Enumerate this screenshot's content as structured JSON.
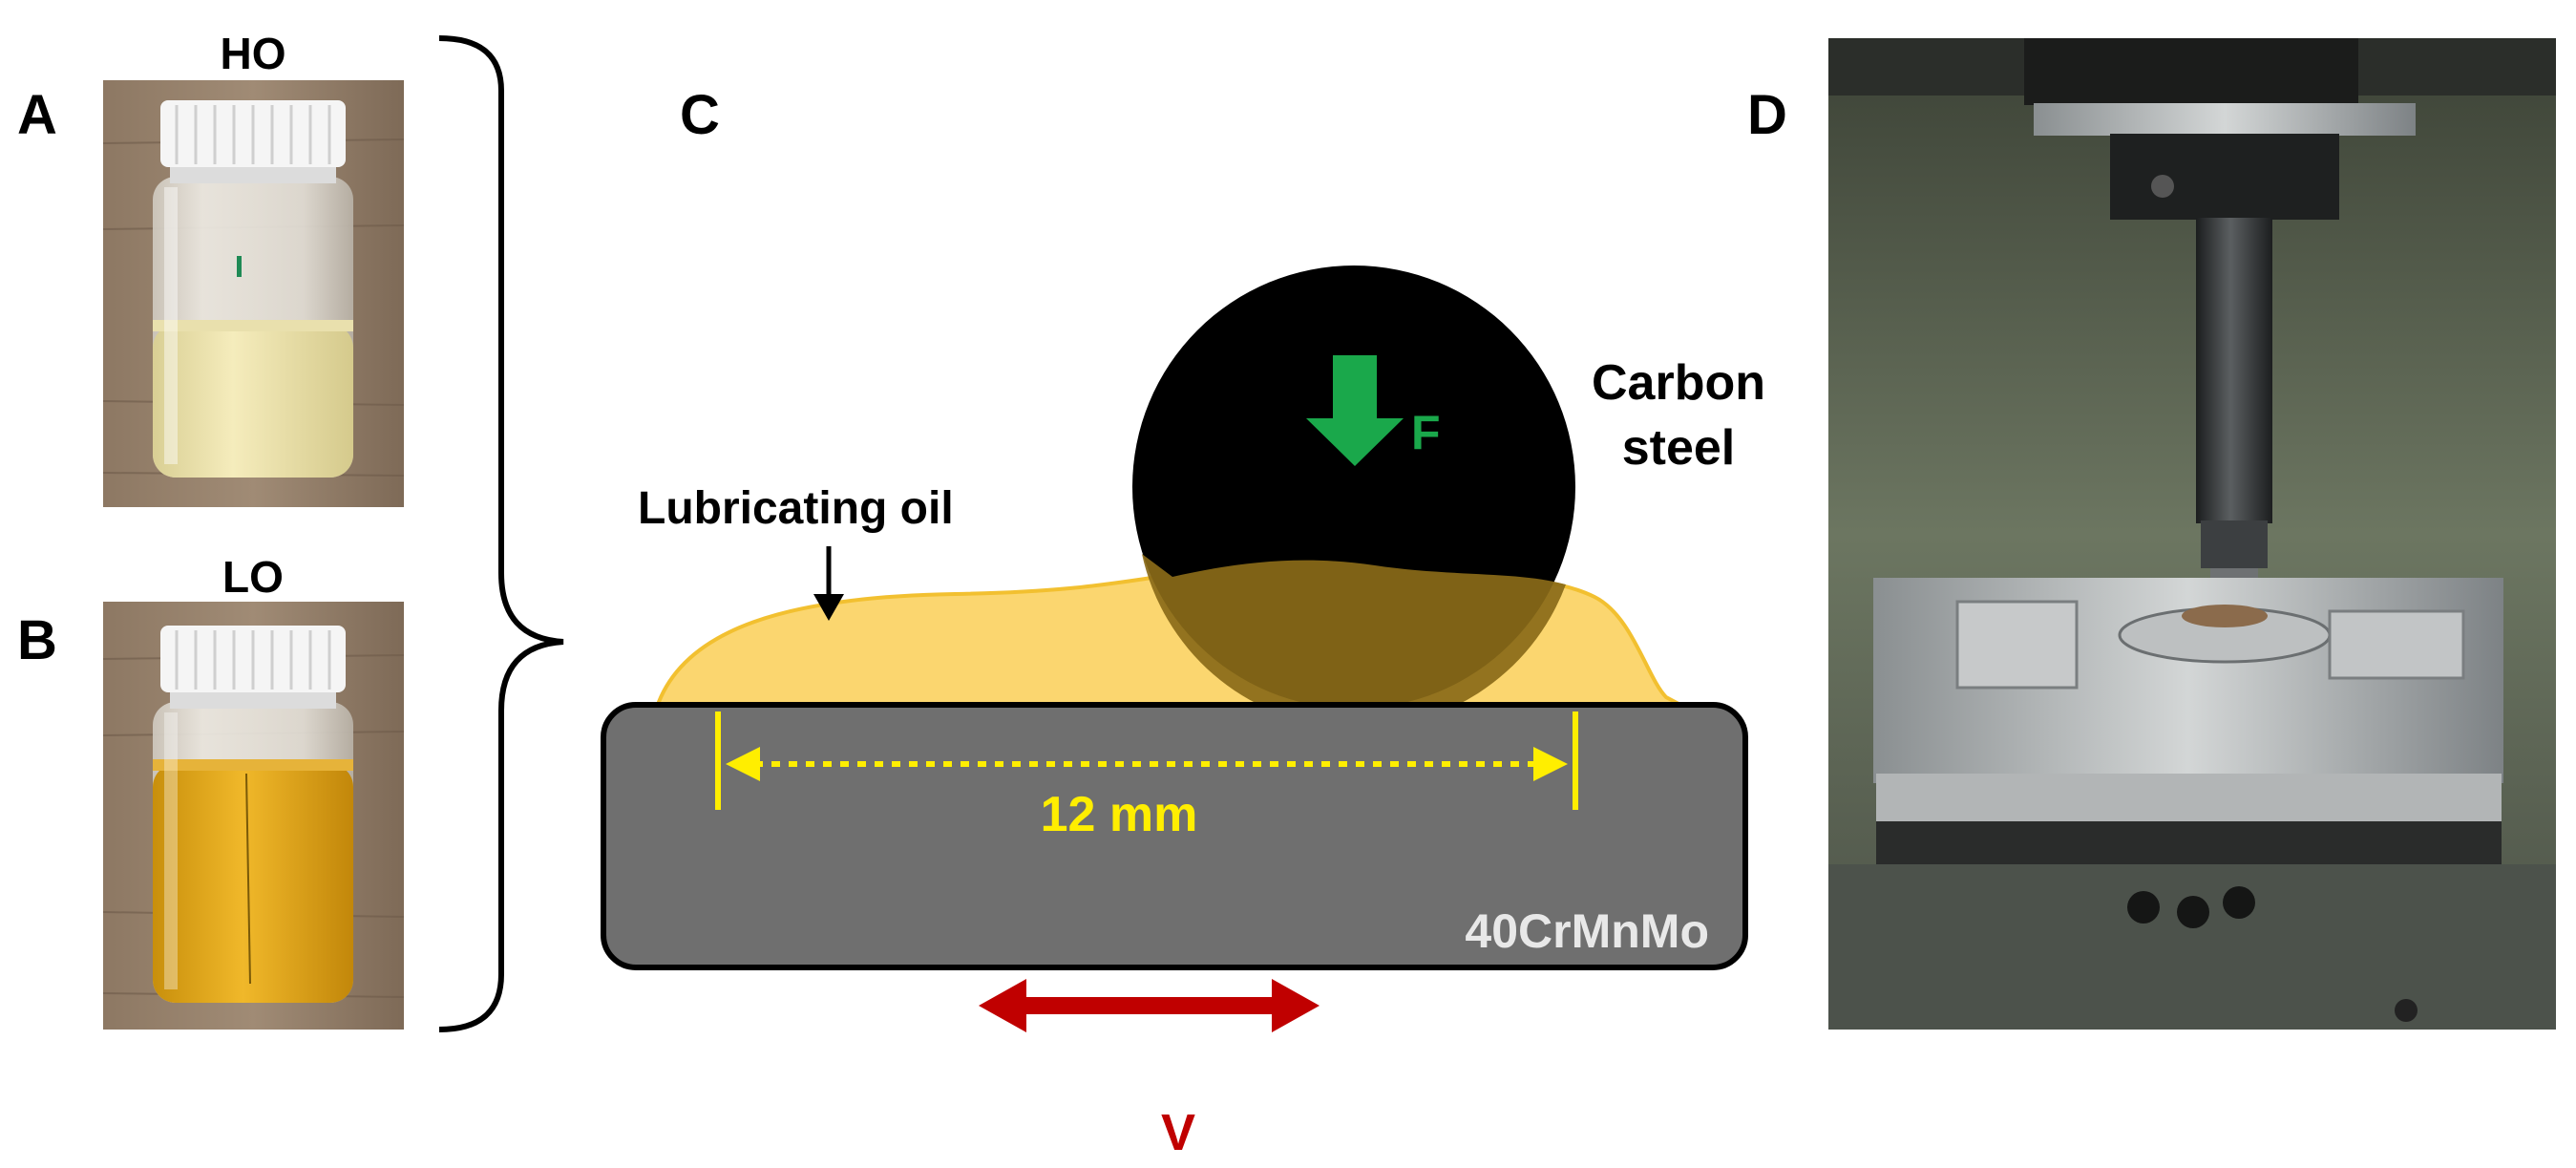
{
  "panels": {
    "a": {
      "letter": "A",
      "sample_label": "HO"
    },
    "b": {
      "letter": "B",
      "sample_label": "LO"
    },
    "c": {
      "letter": "C",
      "oil_label": "Lubricating oil",
      "ball_label_line1": "Carbon",
      "ball_label_line2": "steel",
      "force_label": "F",
      "stroke_label": "12 mm",
      "plate_label": "40CrMnMo",
      "velocity_label": "V"
    },
    "d": {
      "letter": "D"
    }
  },
  "colors": {
    "oil_light": "#f7e7b0",
    "oil_amber": "#e8b021",
    "oil_fill": "#fbd56b",
    "ball": "#000000",
    "force_arrow": "#1aa84b",
    "plate": "#6f6f6f",
    "dimension": "#ffee00",
    "velocity_arrow": "#c00000",
    "wood": "#8a7460",
    "bottle_cap": "#f4f4f4"
  }
}
